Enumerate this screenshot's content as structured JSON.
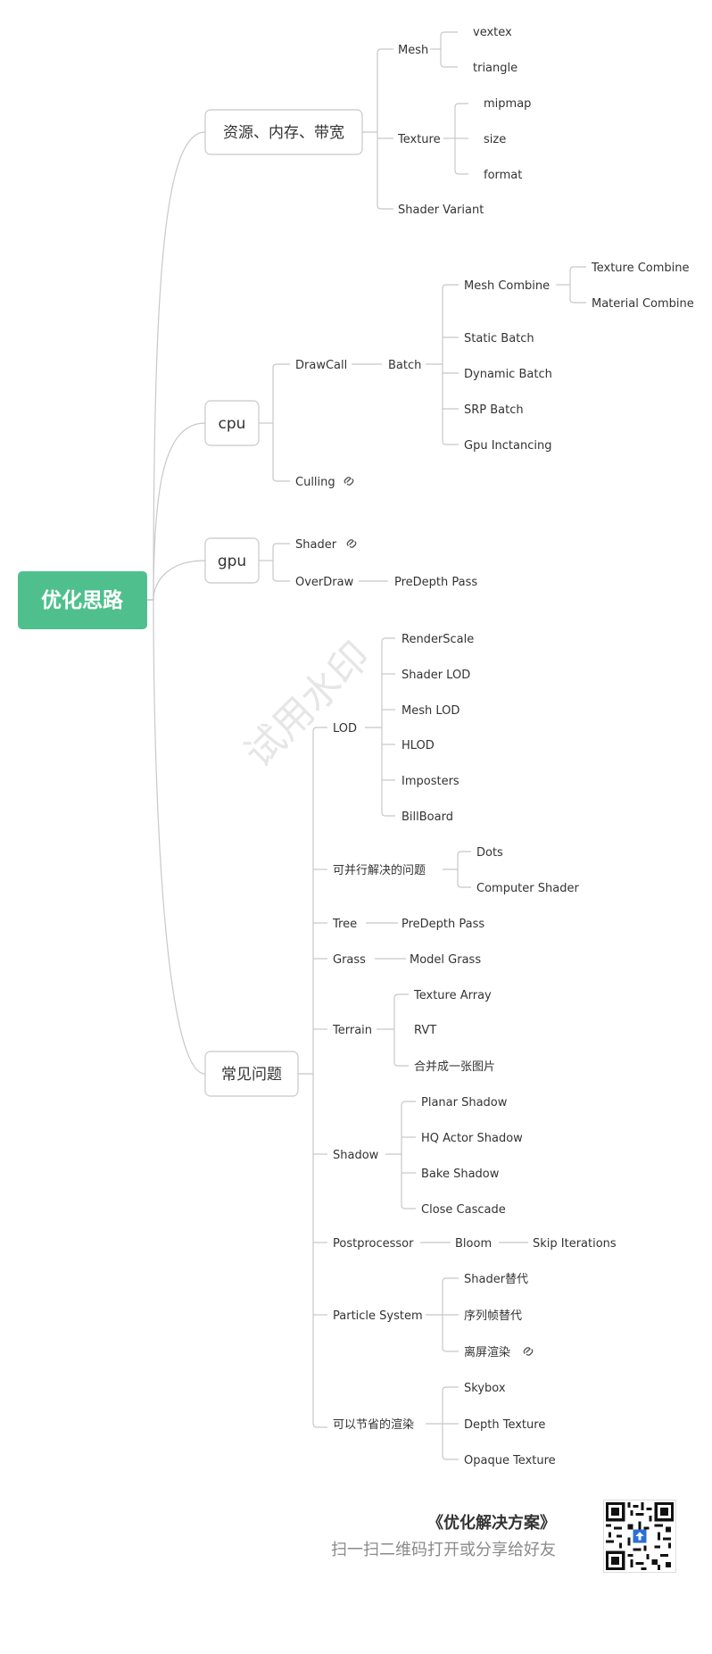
{
  "root": {
    "label": "优化思路"
  },
  "branches": {
    "resources": {
      "label": "资源、内存、带宽",
      "mesh": {
        "label": "Mesh",
        "children": [
          "vextex",
          "triangle"
        ]
      },
      "texture": {
        "label": "Texture",
        "children": [
          "mipmap",
          "size",
          "format"
        ]
      },
      "shader_variant": "Shader Variant"
    },
    "cpu": {
      "label": "cpu",
      "drawcall": "DrawCall",
      "batch": "Batch",
      "mesh_combine": "Mesh Combine",
      "mesh_combine_children": [
        "Texture Combine",
        "Material Combine"
      ],
      "batch_children": [
        "Static Batch",
        "Dynamic Batch",
        "SRP Batch",
        "Gpu Inctancing"
      ],
      "culling": "Culling"
    },
    "gpu": {
      "label": "gpu",
      "shader": "Shader",
      "overdraw": "OverDraw",
      "predepth": "PreDepth Pass"
    },
    "common": {
      "label": "常见问题",
      "lod": {
        "label": "LOD",
        "children": [
          "RenderScale",
          "Shader LOD",
          "Mesh LOD",
          "HLOD",
          "Imposters",
          "BillBoard"
        ]
      },
      "parallel": {
        "label": "可并行解决的问题",
        "children": [
          "Dots",
          "Computer Shader"
        ]
      },
      "tree": {
        "label": "Tree",
        "child": "PreDepth Pass"
      },
      "grass": {
        "label": "Grass",
        "child": "Model Grass"
      },
      "terrain": {
        "label": "Terrain",
        "children": [
          "Texture Array",
          "RVT",
          "合并成一张图片"
        ]
      },
      "shadow": {
        "label": "Shadow",
        "children": [
          "Planar Shadow",
          "HQ Actor Shadow",
          "Bake Shadow",
          "Close Cascade"
        ]
      },
      "postprocessor": {
        "label": "Postprocessor",
        "child": "Bloom",
        "grandchild": "Skip Iterations"
      },
      "particle": {
        "label": "Particle System",
        "children": [
          "Shader替代",
          "序列帧替代",
          "离屏渲染"
        ]
      },
      "saving": {
        "label": "可以节省的渲染",
        "children": [
          "Skybox",
          "Depth Texture",
          "Opaque Texture"
        ]
      }
    }
  },
  "watermark": "试用水印",
  "footer": {
    "title": "《优化解决方案》",
    "subtitle": "扫一扫二维码打开或分享给好友"
  },
  "icons": {
    "link": "link-icon",
    "qr": "qr-code-icon"
  },
  "colors": {
    "root": "#4fc08d",
    "edge": "#c8c8c8",
    "text": "#333333"
  }
}
